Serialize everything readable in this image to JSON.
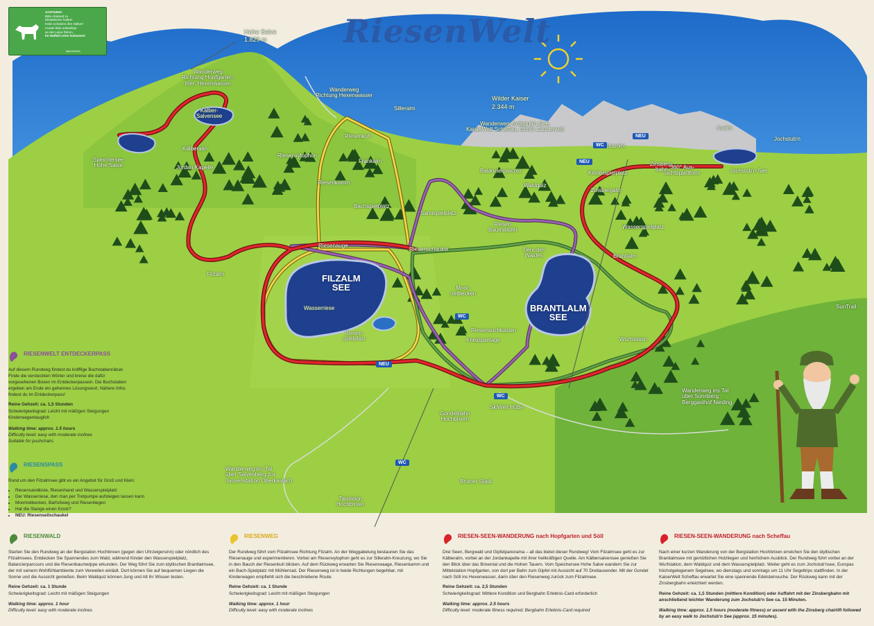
{
  "title": "RiesenWelt",
  "notice": {
    "lines": [
      "ACHTUNG!",
      "Bitte Abstand zu",
      "Weidetieren halten!",
      "Kühe schützen ihre Kälber!",
      "Hunde bitte unbedingt",
      "an der Leine führen.",
      "Im Notfall Leine loslassen!"
    ],
    "logo_text": "alpenverein"
  },
  "badge": "NEU",
  "labels": {
    "hohe_salve": "Hohe Salve",
    "hohe_salve_alt": "1.829 m",
    "wanderweg_hopfgarten": [
      "Wanderweg",
      "Richtung Hopfgarten,",
      "Itter, Hexenwasser"
    ],
    "wanderweg_hexenwasser": [
      "Wanderweg",
      "Richtung Hexenwasser"
    ],
    "kalbersalvensee": [
      "Kälber-",
      "Salvensee"
    ],
    "kalberalm": "Kälberalm",
    "speichersee": [
      "Speichersee",
      "Hohe Salve"
    ],
    "jordan": "Jordan Kapelle",
    "filzalm": "Filzalm",
    "silleralm": "Silleralm",
    "riesenkuh": "Riesenkuh",
    "riesenxylophon": "Riesenxylophon",
    "frankalm": "Frankalm",
    "riesenkamm": "Riesenkamm",
    "bachspielplatz": "Bachspielplatz",
    "riesenauge": "Riesenauge",
    "riesenschaukel": "Riesenschaukel",
    "wasserriese": "Wasserriese",
    "riesenspielplatz": [
      "Riesen-",
      "spielplatz"
    ],
    "sandspielplatz": "Sandspielplatz",
    "moortretbecken": [
      "Moor-",
      "tretbecken"
    ],
    "kneippanlage": "Kneippanlage",
    "riesensuchkasten": "Riesensuchkasten",
    "riesen_baumwipfel": [
      "Riesen",
      "Baumwipfel"
    ],
    "tiere_des_waldes": [
      "Tiere des",
      "Waldes"
    ],
    "balancierparcour": "Balancierparcour",
    "waldquiz": "Waldquiz",
    "fotopoint": "Fotopoint",
    "kinderspielplatz": "Kinderspielplatz",
    "zinsbergalm": "Zinsbergalm",
    "zinsbergbahn": [
      "Zinsberg-",
      "bahn"
    ],
    "wasserspielplatz": "Wasserspielplatz",
    "brantlalm": "Brantlalm",
    "wurfstation": "Wurfstation",
    "wilder_kaiser": "Wilder Kaiser",
    "wilder_kaiser_alt": "2.344 m",
    "jochstubn_text": [
      "Wanderweg Jochstub'n See,",
      "KaiserWelt Scheffau, Ellmi's Zauberwelt"
    ],
    "aualm": "Aualm",
    "jochstubn": "Jochstub'n",
    "jochstubn_see": "Jochstub'n See",
    "sichtplattform": [
      "360° Aus-",
      "sichtsplattform"
    ],
    "suntrail": "SunTrail",
    "nieding": [
      "Wanderweg ins Tal",
      "über Sonnberg",
      "Berggasthof Nieding"
    ],
    "gondelbahn": [
      "Gondelbahn",
      "Hochbrixen"
    ],
    "skiwelt": "SkiWelt Hütte",
    "brixner_stadl": "Brixner Stadl",
    "talstation": [
      "Talstation",
      "Hochbrixen"
    ],
    "oberkaslach": [
      "Wanderweg ins Tal",
      "über Salvenberg zur",
      "Jausenstation Oberkaslach"
    ],
    "wc": "WC"
  },
  "lakes": {
    "filzalm": [
      "FILZALM",
      "SEE"
    ],
    "brantlalm": [
      "BRANTLALM",
      "SEE"
    ]
  },
  "panels": {
    "entdeckerpass": {
      "title": "RIESENWELT ENTDECKERPASS",
      "body": "Auf diesem Rundweg findest du knifflige Buchstabenrätsel. Finde die versteckten Wörter und kreise die dafür vorgesehenen Boxen im Entdeckerpassein. Die Buchstaben ergeben am Ende ein geheimes Lösungswort. Nähere Infos findest du im Entdeckerpass!",
      "time": "Reine Gehzeit: ca. 1,5 Stunden",
      "grade": "Schwierigkeitsgrad: Leicht mit mäßigen Steigungen",
      "extra": "Kinderwagentauglich",
      "walk": "Walking time: approx. 1.5 hours",
      "level": "Difficulty level: easy with moderate inclines",
      "suit": "Suitable for pushchairs"
    },
    "riesenspass": {
      "title": "RIESENSPASS",
      "intro": "Rund um den Filzalmsee gibt es ein Angebot für Groß und Klein:",
      "items": [
        "Riesensandkiste, Riesenhand und Wasserspielplatz",
        "Der Wasserriese, den man per Tretpumpe aufsteigen lassen kann",
        "Moortretbecken, Barfußweg und Riesenliegen",
        "Hat die Stange einen Knick?"
      ],
      "new_item": "NEU: Riesenseilschaukel"
    },
    "riesenwald": {
      "title": "RIESENWALD",
      "body": "Starten Sie den Rundweg an der Bergstation Hochbrixen (gegen den Uhrzeigersinn) oder nördlich des Filzalmsees. Entdecken Sie Spannendes zum Wald, während Kinder den Wasserspielplatz, Balancierparcours und die Riesenbaumwippe erkunden. Der Weg führt Sie zum idyllischen Brantlalmsee, der mit seinem Wohlfühlambiente zum Verweilen einlädt. Dort können Sie auf bequemen Liegen die Sonne und die Aussicht genießen. Beim Waldquiz können Jung und Alt ihr Wissen testen.",
      "time": "Reine Gehzeit: ca. 1 Stunde",
      "grade": "Schwierigkeitsgrad: Leicht mit mäßigen Steigungen",
      "walk": "Walking time: approx. 1 hour",
      "level": "Difficulty level: easy with moderate inclines"
    },
    "riesenweg": {
      "title": "RIESENWEG",
      "body": "Der Rundweg führt vom Filzalmsee Richtung Filzalm. An der Weggabelung bestaunen Sie das Riesenauge und experimentieren. Vorbei am Riesenxylophon geht es zur Silleralm-Kreuzung, wo Sie in den Bauch der Riesenkuh blicken. Auf dem Rückweg erwarten Sie Riesenwaage, Riesenkamm und ein Bach-Spielplatz mit Mühlenrad. Der Riesenweg ist in beide Richtungen begehbar, mit Kinderwagen empfiehlt sich die beschriebene Route.",
      "time": "Reine Gehzeit: ca. 1 Stunde",
      "grade": "Schwierigkeitsgrad: Leicht mit mäßigen Steigungen",
      "walk": "Walking time: approx. 1 hour",
      "level": "Difficulty level: easy with moderate inclines"
    },
    "hopfgarten": {
      "title": "RIESEN-SEEN-WANDERUNG nach Hopfgarten und Söll",
      "body": "Drei Seen, Bergwald und Gipfelpanorama – all das bietet dieser Rundweg! Vom Filzalmsee geht es zur Kälberalm, vorbei an der Jordankapelle mit ihrer heilkräftigen Quelle. Am Kälbersalvensee genießen Sie den Blick über das Brixental und die Hohen Tauern. Vom Speichersee Hohe Salve wandern Sie zur Mittelstation Hopfgarten, von dort per Bahn zum Gipfel mit Aussicht auf 70 Dreitausender. Mit der Gondel nach Söll ins Hexenwasser, darin über den Riesenweg zurück zum Filzalmsee.",
      "time": "Reine Gehzeit: ca. 2,5 Stunden",
      "grade": "Schwierigkeitsgrad: Mittlere Kondition und Bergbahn Erlebnis-Card erforderlich",
      "walk": "Walking time: approx. 2.5 hours",
      "level": "Difficulty level: moderate fitness required; Bergbahn Erlebnis-Card required"
    },
    "scheffau": {
      "title": "RIESEN-SEEN-WANDERUNG nach Scheffau",
      "body": "Nach einer kurzen Wanderung von der Bergstation Hochbrixen erreichen Sie den idyllischen Brantlalmsee mit gemütlichen Holzliegen und herrlichem Ausblick. Der Rundweg führt vorbei an der Wurfstation, dem Waldquiz und dem Wasserspielplatz. Weiter geht es zum Jochstub'nsee, Europas höchstgelegenem Segelsee, wo dienstags und sonntags um 11 Uhr Segeltrips stattfinden. In der KaiserWelt Scheffau erwartet Sie eine spannende Edelsteinsuche. Der Rückweg kann mit der Zinsbergbahn erleichtert werden.",
      "time": "Reine Gehzeit: ca. 1,5 Stunden (mittlere Kondition) oder Auffahrt mit der Zinsbergbahn mit anschließend leichter Wanderung zum Jochstub'n See ca. 15 Minuten.",
      "walk": "Walking time: approx. 1.5 hours (moderate fitness) or ascent with the Zinsberg chairlift followed by an easy walk to Jochstub'n See (approx. 15 minutes)."
    }
  },
  "colors": {
    "sky": "#2f7fd6",
    "grass": "#8cc63f",
    "grass_dark": "#5ea22a",
    "forest": "#1f4d1a",
    "lake": "#1f3f8f",
    "route_red": "#d8232a",
    "route_yellow": "#f2d648",
    "route_purple": "#8a4f9a",
    "route_green": "#4c8a3a",
    "brand_blue": "#2b5aa8"
  }
}
